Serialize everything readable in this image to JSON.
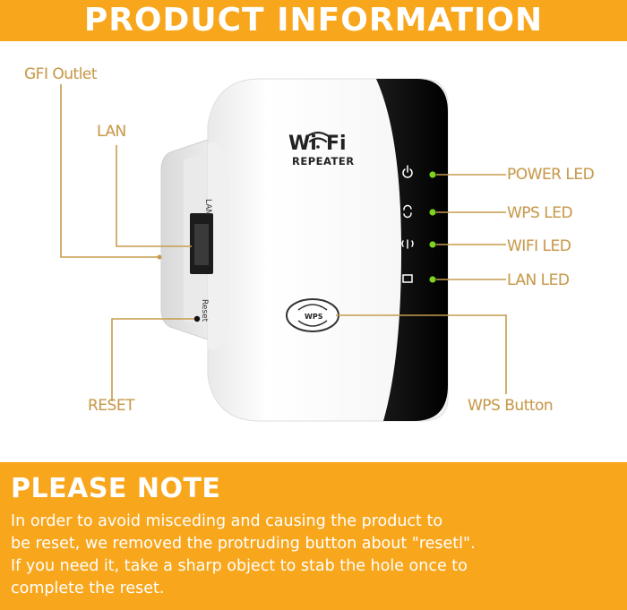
{
  "header": {
    "title": "PRODUCT INFORMATION"
  },
  "device": {
    "brand_line1": "Wi",
    "brand_line1b": "Fi",
    "brand_line2": "REPEATER",
    "lan_port_text": "LAN",
    "reset_text": "Reset",
    "wps_text": "WPS"
  },
  "callouts": {
    "gfi_outlet": "GFI Outlet",
    "lan": "LAN",
    "reset": "RESET",
    "power_led": "POWER LED",
    "wps_led": "WPS LED",
    "wifi_led": "WIFI LED",
    "lan_led": "LAN LED",
    "wps_button": "WPS Button"
  },
  "note": {
    "title": "PLEASE NOTE",
    "body": "In order to avoid misceding and causing the product to\nbe reset, we removed the protruding button about \"resetl\".\nIf you need it, take a sharp object to stab the hole once to\ncomplete the reset."
  },
  "colors": {
    "accent": "#f8a61c",
    "callout": "#c79b4f",
    "led": "#7ed321"
  }
}
